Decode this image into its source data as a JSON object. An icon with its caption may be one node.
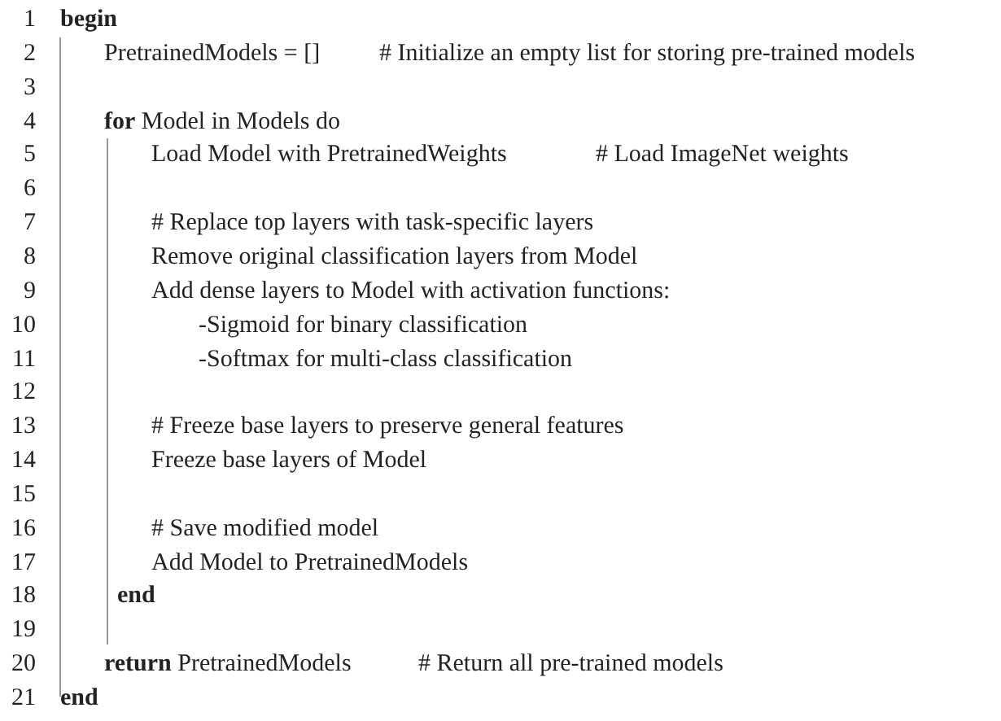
{
  "diagram": {
    "labels": [
      "1",
      "**begin**",
      "2",
      "PretrainedModels = []",
      "# Initialize an empty list for storing pre-trained models",
      "3",
      "4",
      "**for** Model in Models do",
      "5",
      "Load Model with PretrainedWeights",
      "# Load ImageNet weights",
      "6",
      "7",
      "# Replace top layers with task-specific layers",
      "8",
      "Remove original classification layers from Model",
      "9",
      "Add dense layers to Model with activation functions:",
      "10",
      "-Sigmoid for binary classification",
      "11",
      "-Softmax for multi-class classification",
      "12",
      "13",
      "# Freeze base layers to preserve general features",
      "14",
      "Freeze base layers of Model",
      "15",
      "16",
      "# Save modified model",
      "17",
      "Add Model to PretrainedModels",
      "18",
      "**end**",
      "19",
      "20",
      "**return** PretrainedModels",
      "# Return all pre-trained models",
      "21",
      "**end**"
    ]
  }
}
